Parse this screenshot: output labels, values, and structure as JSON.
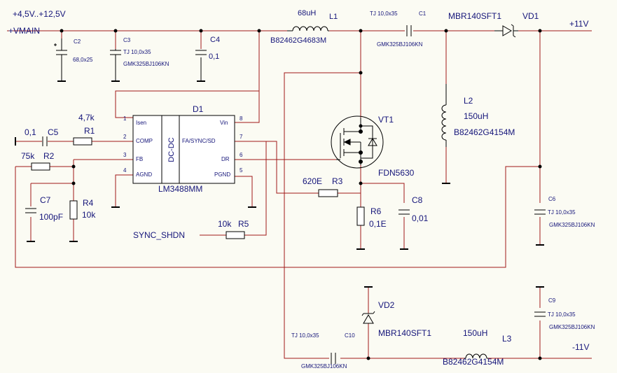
{
  "colors": {
    "background": "#fbfbf3",
    "wire": "#a01818",
    "component": "#000000",
    "label": "#15157a"
  },
  "nets": {
    "input": "+VMAIN",
    "input_range": "+4,5V..+12,5V",
    "out_pos": "+11V",
    "out_neg": "-11V",
    "sync": "SYNC_SHDN"
  },
  "ic": {
    "ref": "D1",
    "part": "LM3488MM",
    "core": "DC-DC",
    "pins": [
      {
        "n": "1",
        "name": "Isen"
      },
      {
        "n": "2",
        "name": "COMP"
      },
      {
        "n": "3",
        "name": "FB"
      },
      {
        "n": "4",
        "name": "AGND"
      },
      {
        "n": "8",
        "name": "Vin"
      },
      {
        "n": "7",
        "name": "FA/SYNC/SD"
      },
      {
        "n": "6",
        "name": "DR"
      },
      {
        "n": "5",
        "name": "PGND"
      }
    ]
  },
  "parts": {
    "C2": {
      "ref": "C2",
      "value": "68,0x25"
    },
    "C3": {
      "ref": "C3",
      "value": "TJ 10,0x35",
      "part": "GMK325BJ106KN"
    },
    "C4": {
      "ref": "C4",
      "value": "0,1"
    },
    "L1": {
      "ref": "L1",
      "value": "68uH",
      "part": "B82462G4683M"
    },
    "C1": {
      "ref": "C1",
      "value": "TJ 10,0x35",
      "part": "GMK325BJ106KN"
    },
    "VD1": {
      "ref": "VD1",
      "part": "MBR140SFT1"
    },
    "L2": {
      "ref": "L2",
      "value": "150uH",
      "part": "B82462G4154M"
    },
    "C6": {
      "ref": "C6",
      "value": "TJ 10,0x35",
      "part": "GMK325BJ106KN"
    },
    "VT1": {
      "ref": "VT1",
      "part": "FDN5630"
    },
    "R3": {
      "ref": "R3",
      "value": "620E"
    },
    "R6": {
      "ref": "R6",
      "value": "0,1E"
    },
    "C8": {
      "ref": "C8",
      "value": "0,01"
    },
    "R1": {
      "ref": "R1",
      "value": "4,7k"
    },
    "C5": {
      "ref": "C5",
      "value": "0,1"
    },
    "R2": {
      "ref": "R2",
      "value": "75k"
    },
    "C7": {
      "ref": "C7",
      "value": "100pF"
    },
    "R4": {
      "ref": "R4",
      "value": "10k"
    },
    "R5": {
      "ref": "R5",
      "value": "10k"
    },
    "VD2": {
      "ref": "VD2",
      "part": "MBR140SFT1"
    },
    "C9": {
      "ref": "C9",
      "value": "TJ 10,0x35",
      "part": "GMK325BJ106KN"
    },
    "C10": {
      "ref": "C10",
      "value": "TJ 10,0x35",
      "part": "GMK325BJ106KN"
    },
    "L3": {
      "ref": "L3",
      "value": "150uH",
      "part": "B82462G4154M"
    }
  }
}
